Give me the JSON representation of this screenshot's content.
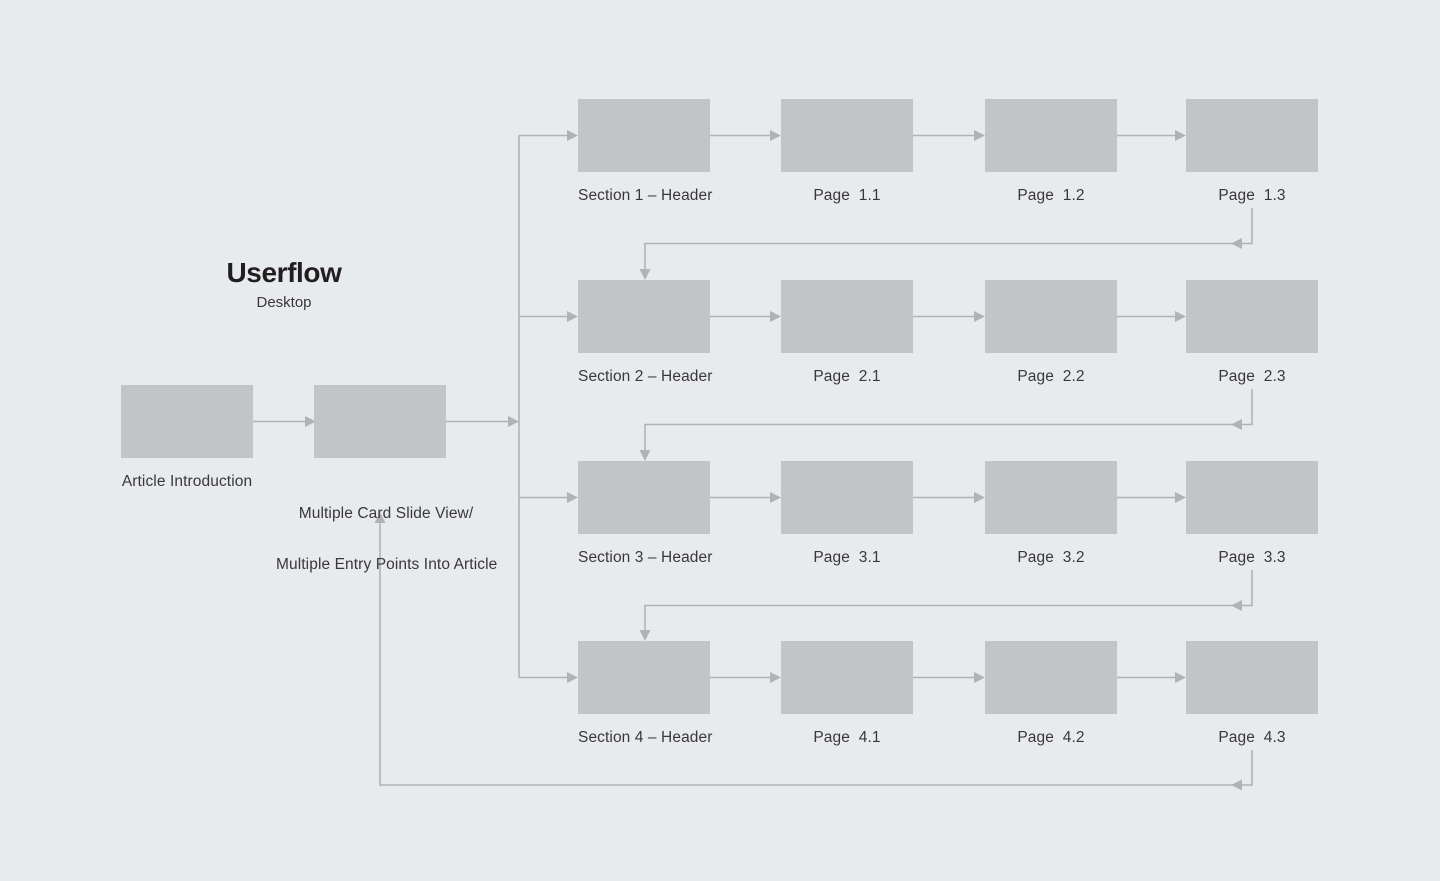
{
  "colors": {
    "background": "#e8ebee",
    "box": "#c3c4c5",
    "line": "#b1b2b4",
    "text": "#3b3738",
    "title": "#221d1e"
  },
  "title": {
    "heading": "Userflow",
    "subtitle": "Desktop"
  },
  "nodes": {
    "intro": {
      "label": "Article Introduction"
    },
    "entry": {
      "label_line1": "Multiple Card Slide View/",
      "label_line2": "Multiple Entry Points Into Article"
    }
  },
  "rows": [
    {
      "section": "Section 1 – Header",
      "pages": [
        "Page  1.1",
        "Page  1.2",
        "Page  1.3"
      ]
    },
    {
      "section": "Section 2 – Header",
      "pages": [
        "Page  2.1",
        "Page  2.2",
        "Page  2.3"
      ]
    },
    {
      "section": "Section 3 – Header",
      "pages": [
        "Page  3.1",
        "Page  3.2",
        "Page  3.3"
      ]
    },
    {
      "section": "Section 4 – Header",
      "pages": [
        "Page  4.1",
        "Page  4.2",
        "Page  4.3"
      ]
    }
  ]
}
